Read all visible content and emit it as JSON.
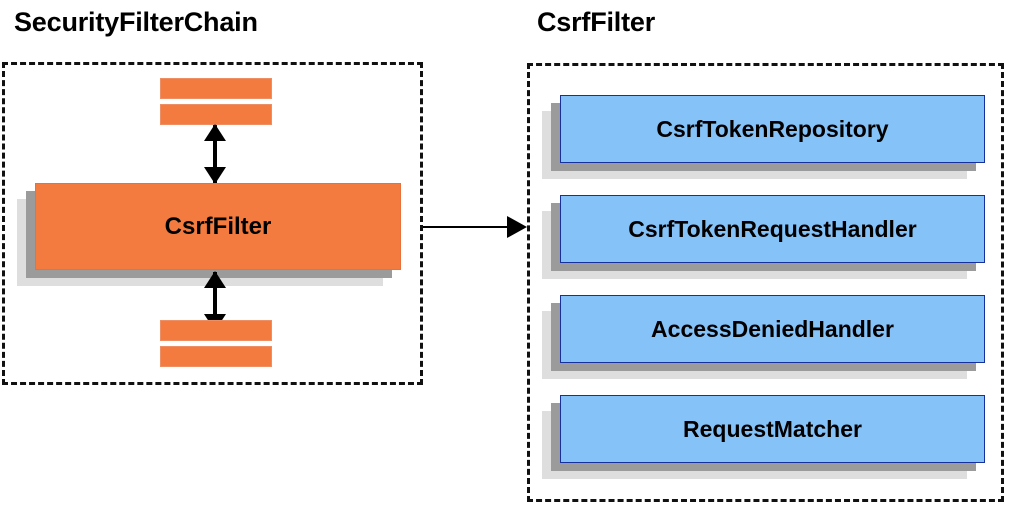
{
  "diagram": {
    "type": "component-relationship-diagram",
    "background": "#ffffff",
    "colors": {
      "orange_fill": "#f47b3f",
      "blue_fill": "#85c2f7",
      "blue_border": "#16319e",
      "shadow_dark": "#9b9b9b",
      "shadow_light": "#dedede",
      "outline": "#111111",
      "text": "#000000"
    }
  },
  "left_panel": {
    "title": "SecurityFilterChain",
    "filters_above": [
      "",
      ""
    ],
    "highlighted_filter": "CsrfFilter",
    "filters_below": [
      "",
      ""
    ],
    "connector_up": "double-headed-vertical-arrow",
    "connector_down": "double-headed-vertical-arrow"
  },
  "connector": {
    "label": "",
    "kind": "arrow-right",
    "from": "SecurityFilterChain.CsrfFilter",
    "to": "CsrfFilter"
  },
  "right_panel": {
    "title": "CsrfFilter",
    "collaborators": [
      {
        "label": "CsrfTokenRepository"
      },
      {
        "label": "CsrfTokenRequestHandler"
      },
      {
        "label": "AccessDeniedHandler"
      },
      {
        "label": "RequestMatcher"
      }
    ]
  }
}
